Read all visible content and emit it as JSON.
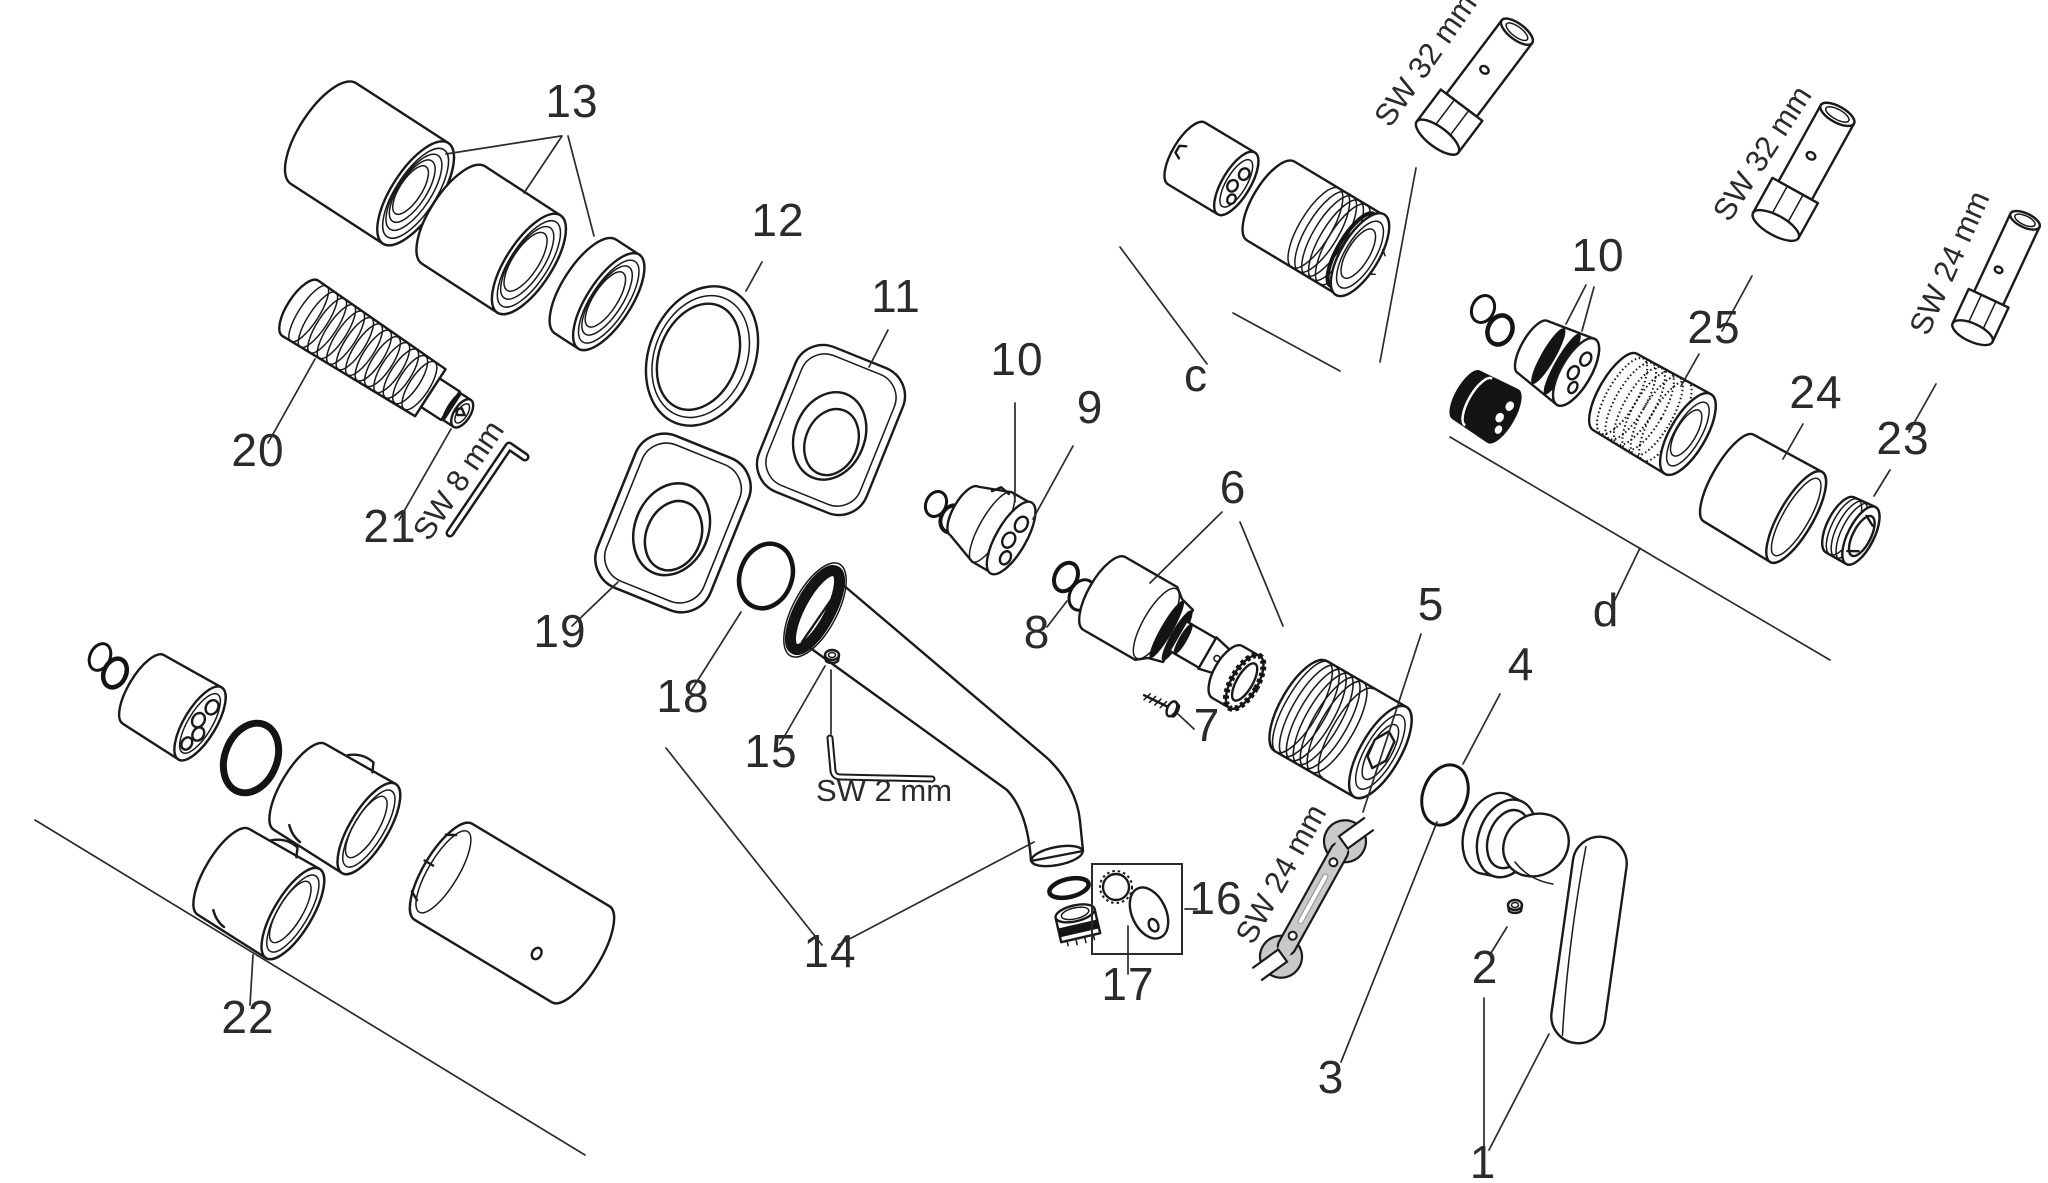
{
  "diagram": {
    "type": "exploded-parts-diagram",
    "colors": {
      "background": "#ffffff",
      "line": "#1a1a1a",
      "text": "#2b2b2b",
      "tool_fill": "#c9c9c9"
    }
  },
  "callouts": [
    {
      "id": "13",
      "text": "13"
    },
    {
      "id": "12",
      "text": "12"
    },
    {
      "id": "11",
      "text": "11"
    },
    {
      "id": "20",
      "text": "20"
    },
    {
      "id": "21",
      "text": "21"
    },
    {
      "id": "19",
      "text": "19"
    },
    {
      "id": "18",
      "text": "18"
    },
    {
      "id": "15",
      "text": "15"
    },
    {
      "id": "14",
      "text": "14"
    },
    {
      "id": "17",
      "text": "17"
    },
    {
      "id": "16",
      "text": "16"
    },
    {
      "id": "10-left",
      "text": "10"
    },
    {
      "id": "9",
      "text": "9"
    },
    {
      "id": "8",
      "text": "8"
    },
    {
      "id": "6",
      "text": "6"
    },
    {
      "id": "7",
      "text": "7"
    },
    {
      "id": "c",
      "text": "c"
    },
    {
      "id": "10-right",
      "text": "10"
    },
    {
      "id": "25",
      "text": "25"
    },
    {
      "id": "24",
      "text": "24"
    },
    {
      "id": "23",
      "text": "23"
    },
    {
      "id": "d",
      "text": "d"
    },
    {
      "id": "5",
      "text": "5"
    },
    {
      "id": "4",
      "text": "4"
    },
    {
      "id": "3",
      "text": "3"
    },
    {
      "id": "2",
      "text": "2"
    },
    {
      "id": "1",
      "text": "1"
    },
    {
      "id": "22",
      "text": "22"
    }
  ],
  "tools": [
    {
      "id": "sw8-allen",
      "text": "SW 8 mm"
    },
    {
      "id": "sw2-allen",
      "text": "SW 2 mm"
    },
    {
      "id": "sw24-wrench",
      "text": "SW 24 mm"
    },
    {
      "id": "sw32-socket-top",
      "text": "SW 32 mm"
    },
    {
      "id": "sw32-socket-right",
      "text": "SW 32 mm"
    },
    {
      "id": "sw24-socket-right",
      "text": "SW 24 mm"
    }
  ]
}
